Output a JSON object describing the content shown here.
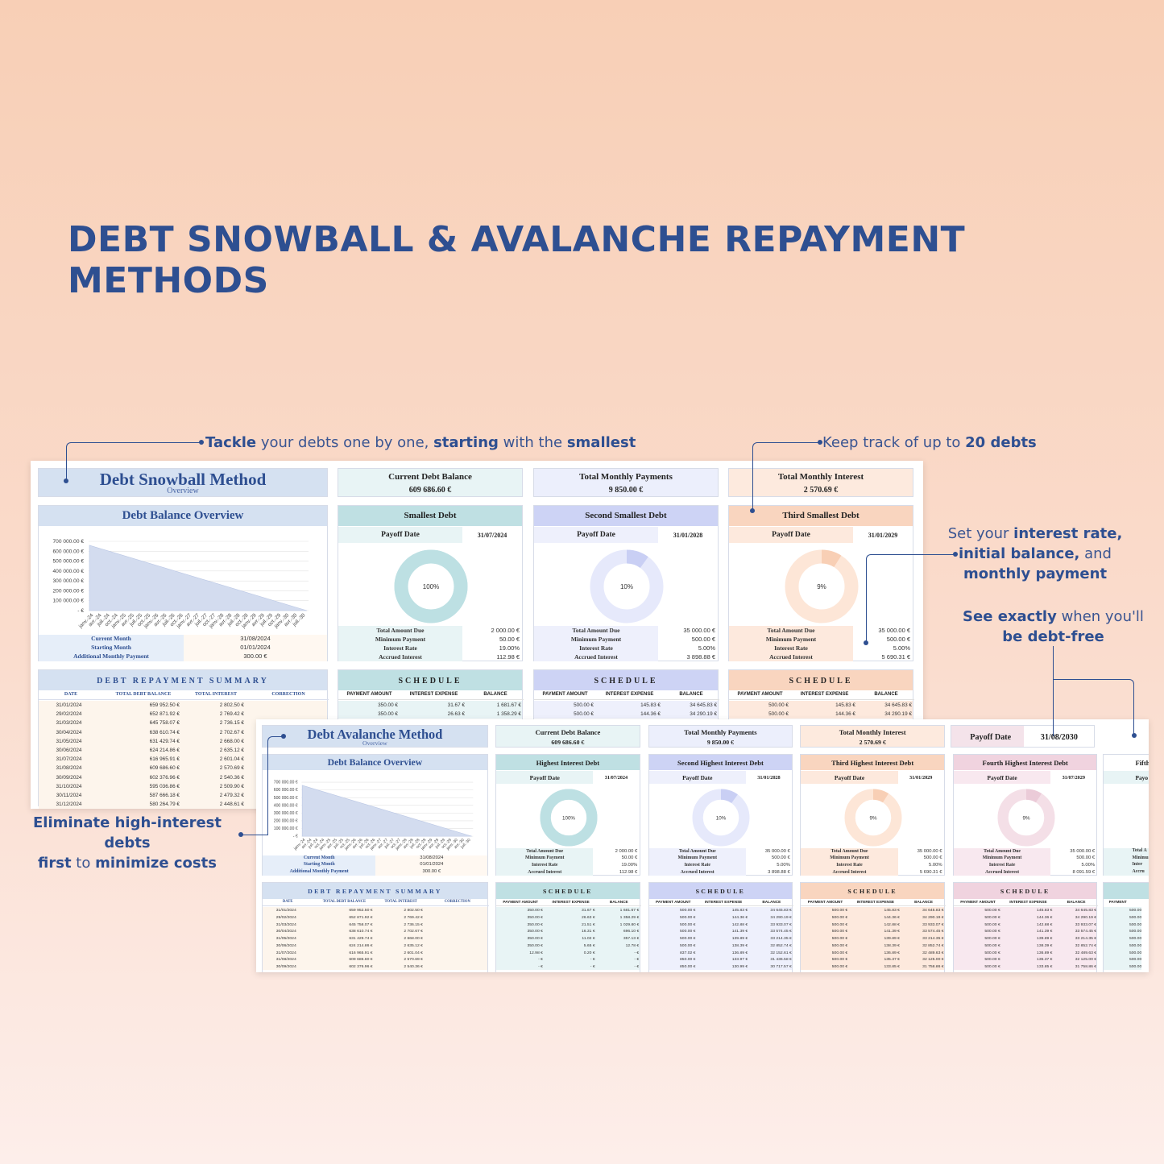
{
  "hero_title": "DEBT SNOWBALL & AVALANCHE REPAYMENT METHODS",
  "callouts": {
    "tackle": {
      "b1": "Tackle",
      "t1": " your debts one by one, ",
      "b2": "starting",
      "t2": " with the ",
      "b3": "smallest"
    },
    "keep": {
      "t1": "Keep track of up to ",
      "b1": "20 debts"
    },
    "set": {
      "t1": "Set your ",
      "b1": "interest rate,",
      "b2": "initial balance,",
      "t2": " and",
      "b3": "monthly payment"
    },
    "see": {
      "b1": "See exactly",
      "t1": " when you'll",
      "b2": "be debt-free"
    },
    "elim": {
      "b1": "Eliminate high-interest debts",
      "b2": "first",
      "t1": " to ",
      "b3": "minimize costs"
    }
  },
  "colors": {
    "blue": "#2e4f91",
    "teal": "#bfe0e3",
    "lav": "#cdd3f5",
    "peach": "#f9d5bf",
    "pink": "#f0d3df"
  },
  "snowball": {
    "title": "Debt Snowball Method",
    "subtitle": "Overview",
    "kpis": [
      {
        "label": "Current Debt Balance",
        "value": "609 686.60 €"
      },
      {
        "label": "Total Monthly Payments",
        "value": "9 850.00 €"
      },
      {
        "label": "Total Monthly Interest",
        "value": "2 570.69 €"
      }
    ],
    "overview_title": "Debt Balance Overview",
    "y_ticks": [
      "700 000.00 €",
      "600 000.00 €",
      "500 000.00 €",
      "400 000.00 €",
      "300 000.00 €",
      "200 000.00 €",
      "100 000.00 €",
      "-   €"
    ],
    "x_ticks": [
      "janv.-24",
      "avr.-24",
      "juil.-24",
      "oct.-24",
      "janv.-25",
      "avr.-25",
      "juil.-25",
      "oct.-25",
      "janv.-26",
      "avr.-26",
      "juil.-26",
      "oct.-26",
      "janv.-27",
      "avr.-27",
      "juil.-27",
      "oct.-27",
      "janv.-28",
      "avr.-28",
      "juil.-28",
      "oct.-28",
      "janv.-29",
      "avr.-29",
      "juil.-29",
      "oct.-29",
      "janv.-30",
      "avr.-30",
      "juil.-30"
    ],
    "info": [
      {
        "k": "Current Month",
        "v": "31/08/2024"
      },
      {
        "k": "Starting Month",
        "v": "01/01/2024"
      },
      {
        "k": "Additional Monthly Payment",
        "v": "300.00 €"
      }
    ],
    "debts": [
      {
        "title": "Smallest Debt",
        "payoff_label": "Payoff Date",
        "payoff": "31/07/2024",
        "pct": "100%",
        "ratio": 1.0,
        "rows": [
          {
            "k": "Total Amount Due",
            "v": "2 000.00 €"
          },
          {
            "k": "Minimum Payment",
            "v": "50.00 €"
          },
          {
            "k": "Interest Rate",
            "v": "19.00%"
          },
          {
            "k": "Accrued Interest",
            "v": "112.98 €"
          }
        ]
      },
      {
        "title": "Second Smallest Debt",
        "payoff_label": "Payoff Date",
        "payoff": "31/01/2028",
        "pct": "10%",
        "ratio": 0.1,
        "rows": [
          {
            "k": "Total Amount Due",
            "v": "35 000.00 €"
          },
          {
            "k": "Minimum Payment",
            "v": "500.00 €"
          },
          {
            "k": "Interest Rate",
            "v": "5.00%"
          },
          {
            "k": "Accrued Interest",
            "v": "3 898.88 €"
          }
        ]
      },
      {
        "title": "Third Smallest Debt",
        "payoff_label": "Payoff Date",
        "payoff": "31/01/2029",
        "pct": "9%",
        "ratio": 0.09,
        "rows": [
          {
            "k": "Total Amount Due",
            "v": "35 000.00 €"
          },
          {
            "k": "Minimum Payment",
            "v": "500.00 €"
          },
          {
            "k": "Interest Rate",
            "v": "5.00%"
          },
          {
            "k": "Accrued Interest",
            "v": "5 690.31 €"
          }
        ]
      }
    ],
    "summary_title": "DEBT REPAYMENT SUMMARY",
    "summary_cols": [
      "DATE",
      "TOTAL DEBT BALANCE",
      "TOTAL INTEREST",
      "CORRECTION"
    ],
    "summary_rows": [
      [
        "31/01/2024",
        "659 952.50 €",
        "2 802.50 €"
      ],
      [
        "29/02/2024",
        "652 871.92 €",
        "2 769.42 €"
      ],
      [
        "31/03/2024",
        "645 758.07 €",
        "2 736.15 €"
      ],
      [
        "30/04/2024",
        "638 610.74 €",
        "2 702.67 €"
      ],
      [
        "31/05/2024",
        "631 429.74 €",
        "2 668.00 €"
      ],
      [
        "30/06/2024",
        "624 214.86 €",
        "2 635.12 €"
      ],
      [
        "31/07/2024",
        "616 965.91 €",
        "2 601.04 €"
      ],
      [
        "31/08/2024",
        "609 686.60 €",
        "2 570.69 €"
      ],
      [
        "30/09/2024",
        "602 376.96 €",
        "2 540.36 €"
      ],
      [
        "31/10/2024",
        "595 036.86 €",
        "2 509.90 €"
      ],
      [
        "30/11/2024",
        "587 666.18 €",
        "2 479.32 €"
      ],
      [
        "31/12/2024",
        "580 264.79 €",
        "2 448.61 €"
      ]
    ],
    "schedule_title": "SCHEDULE",
    "schedule_cols": [
      "PAYMENT AMOUNT",
      "INTEREST EXPENSE",
      "BALANCE"
    ],
    "schedules": [
      [
        [
          "350.00 €",
          "31.67 €",
          "1 681.67 €"
        ],
        [
          "350.00 €",
          "26.63 €",
          "1 358.29 €"
        ]
      ],
      [
        [
          "500.00 €",
          "145.83 €",
          "34 645.83 €"
        ],
        [
          "500.00 €",
          "144.36 €",
          "34 290.19 €"
        ]
      ],
      [
        [
          "500.00 €",
          "145.83 €",
          "34 645.83 €"
        ],
        [
          "500.00 €",
          "144.36 €",
          "34 290.19 €"
        ]
      ]
    ]
  },
  "avalanche": {
    "title": "Debt Avalanche Method",
    "subtitle": "Overview",
    "kpis": [
      {
        "label": "Current Debt Balance",
        "value": "609 686.60 €"
      },
      {
        "label": "Total Monthly Payments",
        "value": "9 850.00 €"
      },
      {
        "label": "Total Monthly Interest",
        "value": "2 570.69 €"
      }
    ],
    "payoff": {
      "label": "Payoff Date",
      "value": "31/08/2030"
    },
    "overview_title": "Debt Balance Overview",
    "y_ticks": [
      "700 000.00 €",
      "600 000.00 €",
      "500 000.00 €",
      "400 000.00 €",
      "300 000.00 €",
      "200 000.00 €",
      "100 000.00 €",
      "-   €"
    ],
    "info": [
      {
        "k": "Current Month",
        "v": "31/08/2024"
      },
      {
        "k": "Starting Month",
        "v": "01/01/2024"
      },
      {
        "k": "Additional Monthly Payment",
        "v": "300.00 €"
      }
    ],
    "debts": [
      {
        "title": "Highest Interest Debt",
        "payoff_label": "Payoff Date",
        "payoff": "31/07/2024",
        "pct": "100%",
        "ratio": 1.0,
        "rows": [
          {
            "k": "Total Amount Due",
            "v": "2 000.00 €"
          },
          {
            "k": "Minimum Payment",
            "v": "50.00 €"
          },
          {
            "k": "Interest Rate",
            "v": "19.00%"
          },
          {
            "k": "Accrued Interest",
            "v": "112.98 €"
          }
        ]
      },
      {
        "title": "Second Highest Interest Debt",
        "payoff_label": "Payoff Date",
        "payoff": "31/01/2028",
        "pct": "10%",
        "ratio": 0.1,
        "rows": [
          {
            "k": "Total Amount Due",
            "v": "35 000.00 €"
          },
          {
            "k": "Minimum Payment",
            "v": "500.00 €"
          },
          {
            "k": "Interest Rate",
            "v": "5.00%"
          },
          {
            "k": "Accrued Interest",
            "v": "3 898.88 €"
          }
        ]
      },
      {
        "title": "Third Highest Interest Debt",
        "payoff_label": "Payoff Date",
        "payoff": "31/01/2029",
        "pct": "9%",
        "ratio": 0.09,
        "rows": [
          {
            "k": "Total Amount Due",
            "v": "35 000.00 €"
          },
          {
            "k": "Minimum Payment",
            "v": "500.00 €"
          },
          {
            "k": "Interest Rate",
            "v": "5.00%"
          },
          {
            "k": "Accrued Interest",
            "v": "5 690.31 €"
          }
        ]
      },
      {
        "title": "Fourth Highest Interest Debt",
        "payoff_label": "Payoff Date",
        "payoff": "31/07/2029",
        "pct": "9%",
        "ratio": 0.09,
        "rows": [
          {
            "k": "Total Amount Due",
            "v": "35 000.00 €"
          },
          {
            "k": "Minimum Payment",
            "v": "500.00 €"
          },
          {
            "k": "Interest Rate",
            "v": "5.00%"
          },
          {
            "k": "Accrued Interest",
            "v": "8 091.59 €"
          }
        ]
      }
    ],
    "partial_debt": {
      "title": "Fifth",
      "payoff": "Payo",
      "rows": [
        "Total A",
        "Minimu",
        "Inter",
        "Accru"
      ]
    },
    "summary_title": "DEBT REPAYMENT SUMMARY",
    "summary_cols": [
      "DATE",
      "TOTAL DEBT BALANCE",
      "TOTAL INTEREST",
      "CORRECTION"
    ],
    "summary_rows": [
      [
        "31/01/2024",
        "659 952.50 €",
        "2 802.50 €"
      ],
      [
        "29/02/2024",
        "652 871.92 €",
        "2 769.42 €"
      ],
      [
        "31/03/2024",
        "645 758.07 €",
        "2 736.15 €"
      ],
      [
        "30/04/2024",
        "638 610.74 €",
        "2 702.67 €"
      ],
      [
        "31/05/2024",
        "631 429.74 €",
        "2 668.00 €"
      ],
      [
        "30/06/2024",
        "624 214.86 €",
        "2 635.12 €"
      ],
      [
        "31/07/2024",
        "616 965.91 €",
        "2 601.04 €"
      ],
      [
        "31/08/2024",
        "609 686.60 €",
        "2 570.69 €"
      ],
      [
        "30/09/2024",
        "602 376.96 €",
        "2 540.36 €"
      ]
    ],
    "schedule_title": "SCHEDULE",
    "schedule_cols": [
      "PAYMENT AMOUNT",
      "INTEREST EXPENSE",
      "BALANCE"
    ],
    "schedules": [
      [
        [
          "350.00 €",
          "31.67 €",
          "1 681.67 €"
        ],
        [
          "350.00 €",
          "26.63 €",
          "1 358.29 €"
        ],
        [
          "350.00 €",
          "21.51 €",
          "1 029.80 €"
        ],
        [
          "350.00 €",
          "16.31 €",
          "696.10 €"
        ],
        [
          "350.00 €",
          "11.02 €",
          "357.13 €"
        ],
        [
          "350.00 €",
          "5.65 €",
          "12.78 €"
        ],
        [
          "12.98 €",
          "0.20 €",
          "-   €"
        ],
        [
          "-   €",
          "-   €",
          "-   €"
        ],
        [
          "-   €",
          "-   €",
          "-   €"
        ]
      ],
      [
        [
          "500.00 €",
          "145.83 €",
          "34 645.83 €"
        ],
        [
          "500.00 €",
          "144.36 €",
          "34 290.19 €"
        ],
        [
          "500.00 €",
          "142.88 €",
          "33 933.07 €"
        ],
        [
          "500.00 €",
          "141.39 €",
          "33 574.45 €"
        ],
        [
          "500.00 €",
          "139.89 €",
          "33 214.35 €"
        ],
        [
          "500.00 €",
          "138.39 €",
          "32 852.74 €"
        ],
        [
          "837.02 €",
          "136.89 €",
          "32 152.61 €"
        ],
        [
          "850.00 €",
          "133.97 €",
          "31 436.58 €"
        ],
        [
          "850.00 €",
          "130.99 €",
          "30 717.57 €"
        ]
      ],
      [
        [
          "500.00 €",
          "145.83 €",
          "34 645.83 €"
        ],
        [
          "500.00 €",
          "144.36 €",
          "34 290.19 €"
        ],
        [
          "500.00 €",
          "142.88 €",
          "33 933.07 €"
        ],
        [
          "500.00 €",
          "141.39 €",
          "33 574.45 €"
        ],
        [
          "500.00 €",
          "139.89 €",
          "33 214.35 €"
        ],
        [
          "500.00 €",
          "138.39 €",
          "32 852.74 €"
        ],
        [
          "500.00 €",
          "136.89 €",
          "32 489.63 €"
        ],
        [
          "500.00 €",
          "135.37 €",
          "32 125.00 €"
        ],
        [
          "500.00 €",
          "133.85 €",
          "31 758.86 €"
        ]
      ],
      [
        [
          "500.00 €",
          "145.83 €",
          "34 645.83 €"
        ],
        [
          "500.00 €",
          "144.36 €",
          "34 290.19 €"
        ],
        [
          "500.00 €",
          "142.88 €",
          "33 933.07 €"
        ],
        [
          "500.00 €",
          "141.39 €",
          "33 574.45 €"
        ],
        [
          "500.00 €",
          "139.89 €",
          "33 214.35 €"
        ],
        [
          "500.00 €",
          "138.39 €",
          "32 852.74 €"
        ],
        [
          "500.00 €",
          "136.89 €",
          "32 489.63 €"
        ],
        [
          "500.00 €",
          "135.37 €",
          "32 125.00 €"
        ],
        [
          "500.00 €",
          "133.85 €",
          "31 758.86 €"
        ]
      ]
    ],
    "partial_schedule": {
      "title": "",
      "col": "PAYMENT",
      "rows": [
        "500.00",
        "500.00",
        "500.00",
        "500.00",
        "500.00",
        "500.00",
        "500.00",
        "500.00",
        "500.00"
      ]
    }
  }
}
